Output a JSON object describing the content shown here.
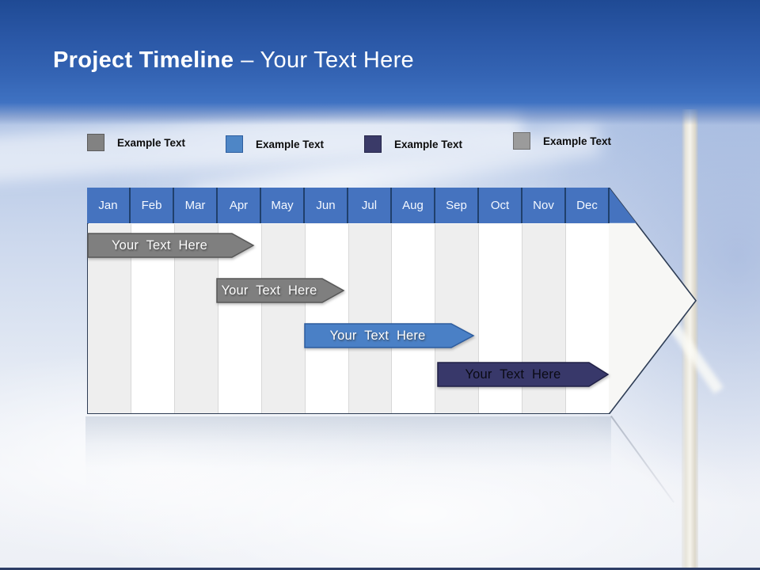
{
  "slide": {
    "title_bold": "Project Timeline",
    "title_rest": "– Your Text Here"
  },
  "legend": {
    "items": [
      {
        "label": "Example Text",
        "swatch_color": "#828282"
      },
      {
        "label": "Example Text",
        "swatch_color": "#4e86c6"
      },
      {
        "label": "Example Text",
        "swatch_color": "#3a3a68"
      },
      {
        "label": "Example Text",
        "swatch_color": "#9b9b9b"
      }
    ]
  },
  "timeline": {
    "months": [
      "Jan",
      "Feb",
      "Mar",
      "Apr",
      "May",
      "Jun",
      "Jul",
      "Aug",
      "Sep",
      "Oct",
      "Nov",
      "Dec"
    ],
    "header_color": "#4573bf",
    "bars": [
      {
        "label": "Your Text Here",
        "color": "#7f7f7f",
        "text_color": "#ffffff",
        "months_span": "Jan–Apr"
      },
      {
        "label": "Your Text Here",
        "color": "#7f7f7f",
        "text_color": "#ffffff",
        "months_span": "Apr–Jun"
      },
      {
        "label": "Your Text Here",
        "color": "#4a80c6",
        "text_color": "#ffffff",
        "months_span": "Jun–Sep"
      },
      {
        "label": "Your Text Here",
        "color": "#38386a",
        "text_color": "#000000",
        "months_span": "Sep–Dec"
      }
    ]
  }
}
